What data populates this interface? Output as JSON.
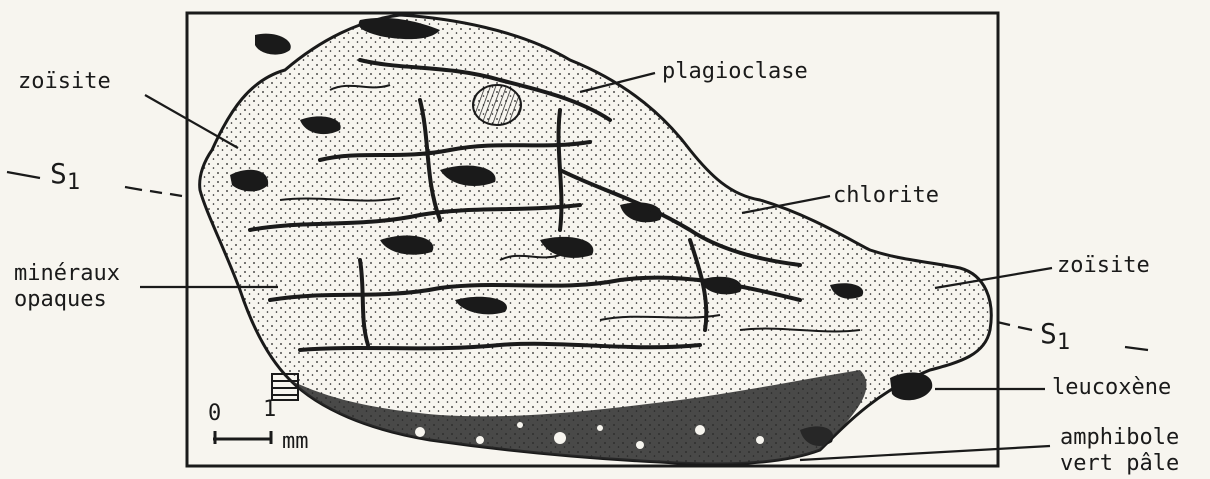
{
  "labels": {
    "zoisite_left": "zoïsite",
    "plagioclase": "plagioclase",
    "s1_left": "S",
    "s1_left_sub": "1",
    "chlorite": "chlorite",
    "mineraux": "minéraux",
    "opaques": "opaques",
    "zoisite_right": "zoïsite",
    "s1_right": "S",
    "s1_right_sub": "1",
    "leucoxene": "leucoxène",
    "amphibole": "amphibole",
    "vert_pale": "vert pâle"
  },
  "scale_bar": {
    "start": "0",
    "end": "1",
    "unit": "mm"
  },
  "colors": {
    "paper": "#f7f5ef",
    "ink": "#1a1a1a"
  }
}
